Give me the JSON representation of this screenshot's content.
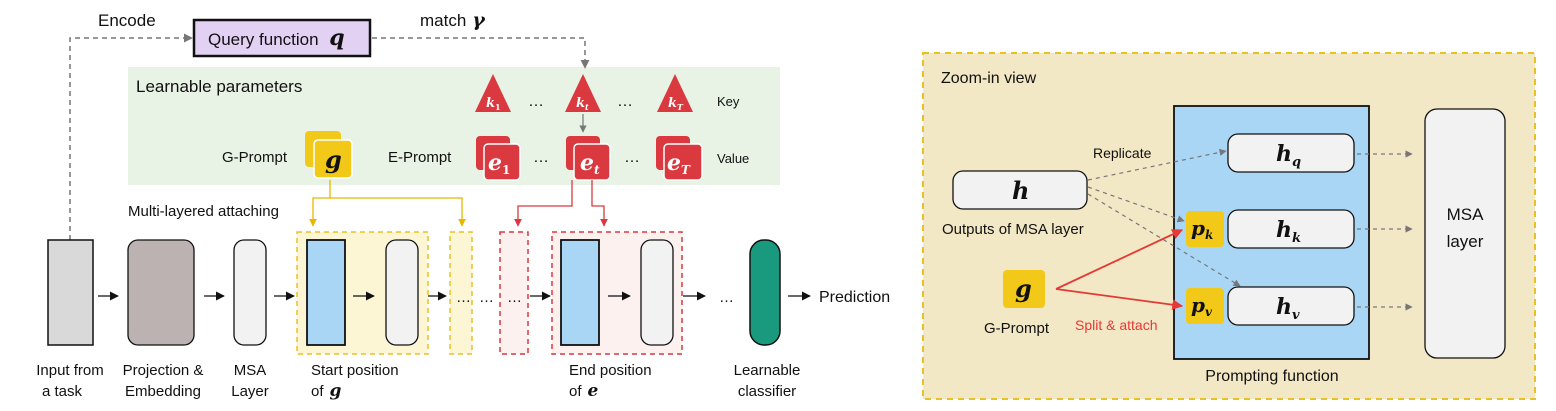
{
  "left": {
    "encode_label": "Encode",
    "query_function": "Query function",
    "query_symbol": "q",
    "match_label": "match",
    "match_symbol": "γ",
    "learnable_params_title": "Learnable parameters",
    "key_label": "Key",
    "value_label": "Value",
    "g_prompt_label": "G-Prompt",
    "e_prompt_label": "E-Prompt",
    "g_symbol": "g",
    "keys": [
      {
        "base": "k",
        "sub": "1"
      },
      {
        "base": "k",
        "sub": "t"
      },
      {
        "base": "k",
        "sub": "T"
      }
    ],
    "values": [
      {
        "base": "e",
        "sub": "1"
      },
      {
        "base": "e",
        "sub": "t"
      },
      {
        "base": "e",
        "sub": "T"
      }
    ],
    "ellipsis": "…",
    "multi_layer_label": "Multi-layered attaching",
    "prediction_label": "Prediction",
    "captions": {
      "input": [
        "Input from",
        "a task"
      ],
      "projection": [
        "Projection &",
        "Embedding"
      ],
      "msa": [
        "MSA",
        "Layer"
      ],
      "start": [
        "Start position",
        "of"
      ],
      "start_symbol": "g",
      "end": [
        "End position",
        "of"
      ],
      "end_symbol": "e",
      "classifier": [
        "Learnable",
        "classifier"
      ]
    }
  },
  "right": {
    "zoom_title": "Zoom-in view",
    "h_symbol": "h",
    "outputs_label": "Outputs of MSA layer",
    "replicate_label": "Replicate",
    "g_symbol": "g",
    "g_prompt_label": "G-Prompt",
    "split_attach_label": "Split & attach",
    "hq": {
      "base": "h",
      "sub": "q"
    },
    "hk": {
      "base": "h",
      "sub": "k"
    },
    "hv": {
      "base": "h",
      "sub": "v"
    },
    "pk": {
      "base": "p",
      "sub": "k"
    },
    "pv": {
      "base": "p",
      "sub": "v"
    },
    "prompting_function_label": "Prompting function",
    "msa_layer_label": [
      "MSA",
      "layer"
    ]
  },
  "colors": {
    "query_fill": "#e3d1f3",
    "param_bg": "#e8f3e6",
    "prompt_red": "#d9393f",
    "g_yellow": "#f2c918",
    "gray_input": "#d9d9d9",
    "proj_gray": "#bdb2b2",
    "blue_block": "#a9d6f5",
    "classifier_green": "#199a7e",
    "zoom_bg": "#f3e8c5",
    "zoom_border": "#e8c224",
    "red_arrow": "#e53935"
  }
}
